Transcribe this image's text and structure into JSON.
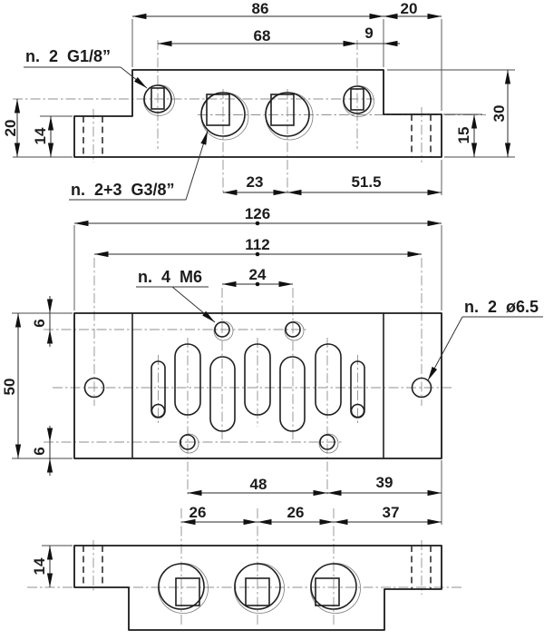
{
  "drawing": {
    "views": {
      "front": {
        "dims": {
          "body_width": "86",
          "tab_right_width": "20",
          "g18_pitch": "68",
          "g18_offset": "9",
          "g18_axis_height": "20",
          "tab_left_height": "14",
          "total_height": "30",
          "tab_right_height": "15",
          "g38_pitch": "23",
          "g38_to_edge": "51.5"
        },
        "labels": {
          "g18_ports": "n. 2  G1/8”",
          "g38_ports": "n. 2+3  G3/8”"
        }
      },
      "plan": {
        "dims": {
          "total_width": "126",
          "mount_hole_pitch": "112",
          "m6_top_pitch": "24",
          "m6_top_edge": "6",
          "total_depth": "50",
          "m6_bottom_edge": "6",
          "m6_bottom_pitch": "48",
          "m6_to_right_edge": "39",
          "port_pitch_1": "26",
          "port_pitch_2": "26",
          "port_to_right_edge": "37"
        },
        "labels": {
          "m6_holes": "n. 4  M6",
          "mount_holes": "n. 2  ø6.5"
        }
      },
      "bottom": {
        "dims": {
          "tab_height": "14"
        }
      }
    }
  }
}
